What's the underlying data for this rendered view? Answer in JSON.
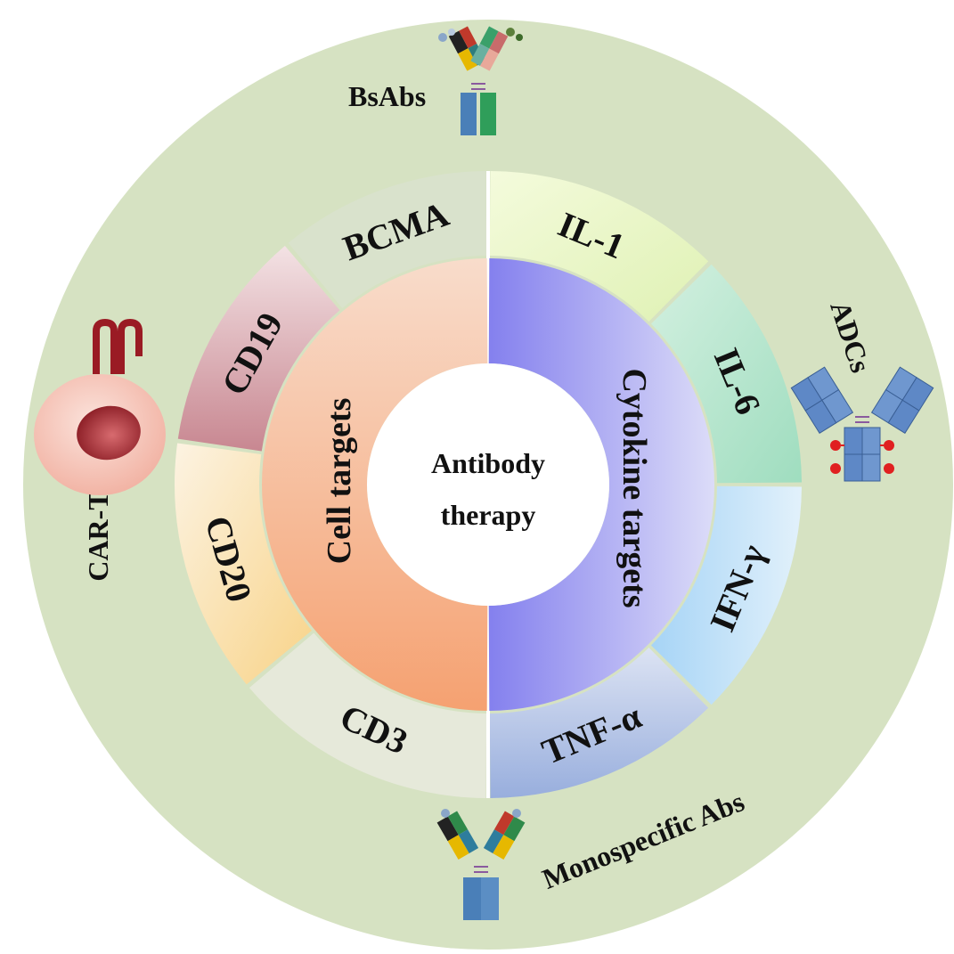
{
  "center": {
    "line1": "Antibody",
    "line2": "therapy"
  },
  "halves": {
    "left": {
      "label": "Cell targets"
    },
    "right": {
      "label": "Cytokine targets"
    }
  },
  "segments": {
    "left": [
      "BCMA",
      "CD19",
      "CD20",
      "CD3"
    ],
    "right": [
      "IL-1",
      "IL-6",
      "IFN-γ",
      "TNF-α"
    ]
  },
  "therapies": {
    "bsabs": "BsAbs",
    "adcs": "ADCs",
    "cart": "CAR-T",
    "mono": "Monospecific Abs"
  },
  "colors": {
    "outer_ring": "#d6e2c2",
    "cell_gradient": [
      "#f6d2bc",
      "#f6a277"
    ],
    "cytokine_gradient": [
      "#8884ef",
      "#d2d2f6"
    ],
    "BCMA": "#d9e2cc",
    "CD19": [
      "#f1dade",
      "#c98c96"
    ],
    "CD20": [
      "#fbf0dc",
      "#f8d690"
    ],
    "CD3": "#e6e9da",
    "IL-1": "#eaf6c6",
    "IL-6": [
      "#c5ebd7",
      "#a4dfc1"
    ],
    "IFN-γ": [
      "#aed8f6",
      "#dceefa"
    ],
    "TNF-α": [
      "#cfd9ee",
      "#9eb3df"
    ]
  },
  "icons": [
    "bispecific-antibody-icon",
    "antibody-drug-conjugate-icon",
    "car-t-cell-icon",
    "monospecific-antibody-icon"
  ]
}
